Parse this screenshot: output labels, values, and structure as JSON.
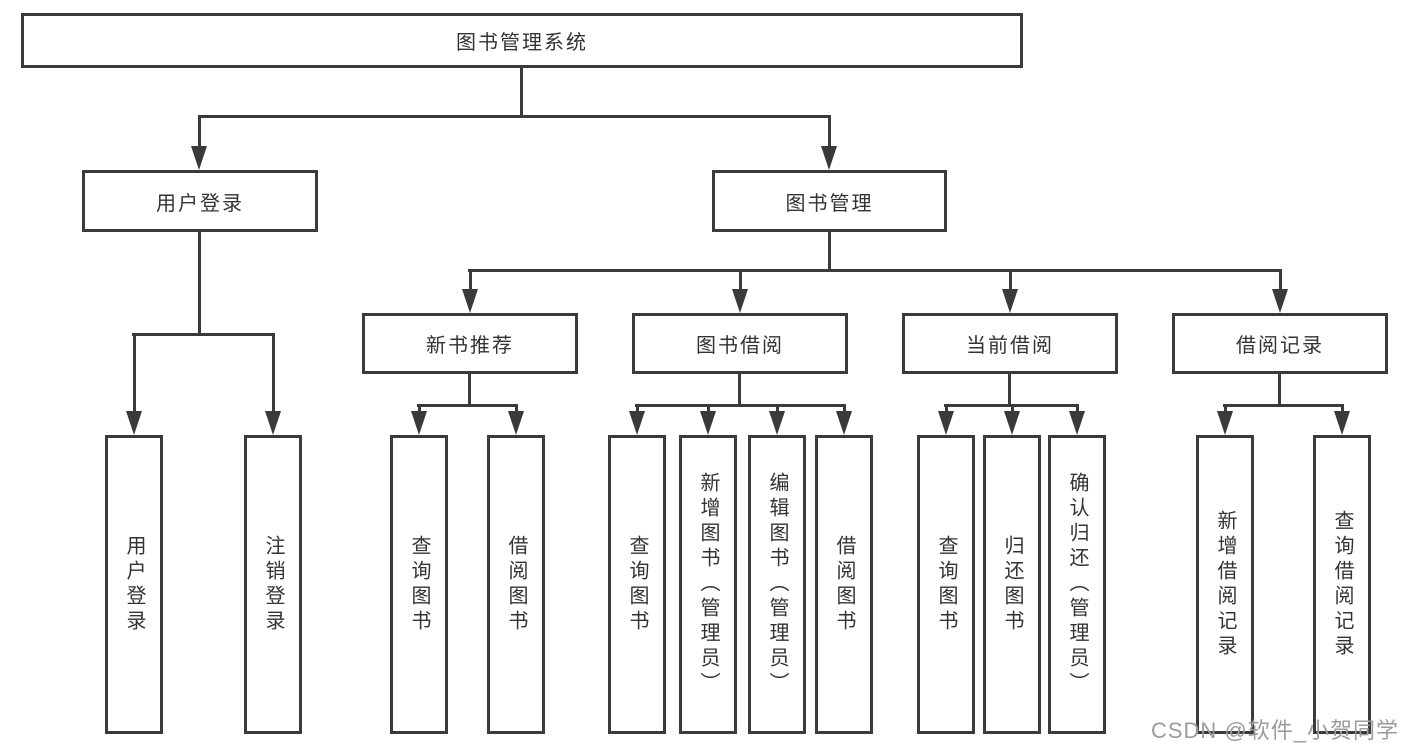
{
  "diagram": {
    "title": "图书管理系统",
    "root": {
      "label": "图书管理系统"
    },
    "level2": [
      {
        "label": "用户登录"
      },
      {
        "label": "图书管理"
      }
    ],
    "level3": [
      {
        "label": "新书推荐",
        "parent": "图书管理"
      },
      {
        "label": "图书借阅",
        "parent": "图书管理"
      },
      {
        "label": "当前借阅",
        "parent": "图书管理"
      },
      {
        "label": "借阅记录",
        "parent": "图书管理"
      }
    ],
    "leaves": [
      {
        "label": "用户登录",
        "parent": "用户登录"
      },
      {
        "label": "注销登录",
        "parent": "用户登录"
      },
      {
        "label": "查询图书",
        "parent": "新书推荐"
      },
      {
        "label": "借阅图书",
        "parent": "新书推荐"
      },
      {
        "label": "查询图书",
        "parent": "图书借阅"
      },
      {
        "label": "新增图书（管理员）",
        "parent": "图书借阅"
      },
      {
        "label": "编辑图书（管理员）",
        "parent": "图书借阅"
      },
      {
        "label": "借阅图书",
        "parent": "图书借阅"
      },
      {
        "label": "查询图书",
        "parent": "当前借阅"
      },
      {
        "label": "归还图书",
        "parent": "当前借阅"
      },
      {
        "label": "确认归还（管理员）",
        "parent": "当前借阅"
      },
      {
        "label": "新增借阅记录",
        "parent": "借阅记录"
      },
      {
        "label": "查询借阅记录",
        "parent": "借阅记录"
      }
    ]
  },
  "watermark": "CSDN @软件_小贺同学",
  "colors": {
    "line": "#3a3a3a",
    "text": "#333333",
    "watermark": "#9b9b9b",
    "background": "#ffffff"
  }
}
